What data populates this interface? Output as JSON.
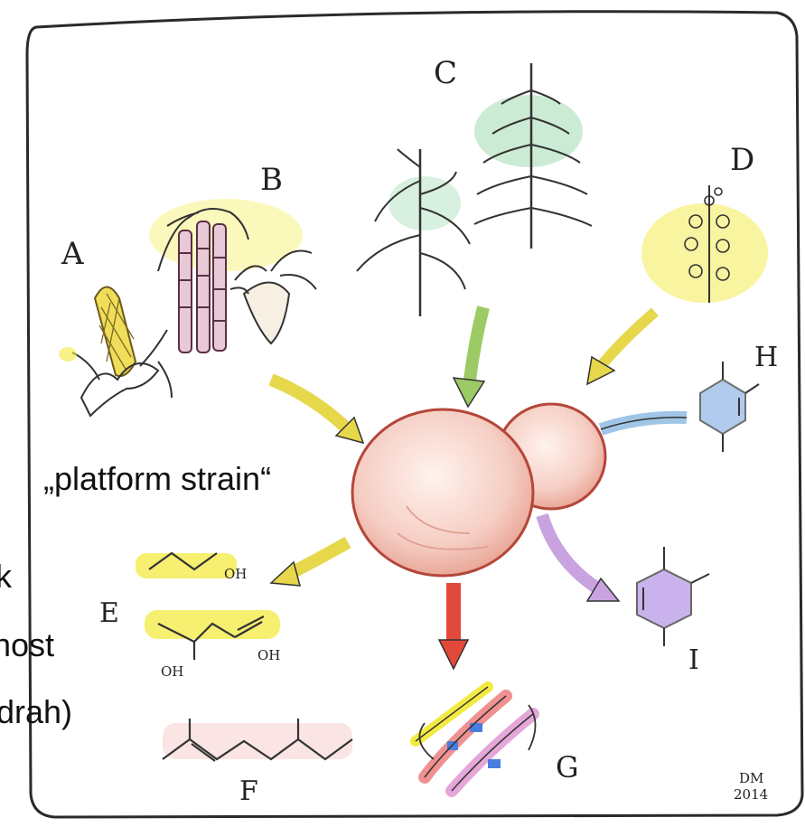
{
  "diagram": {
    "labels": {
      "A": "A",
      "B": "B",
      "C": "C",
      "D": "D",
      "E": "E",
      "F": "F",
      "G": "G",
      "H": "H",
      "I": "I"
    },
    "center_label": "„platform strain“",
    "left_edge_fragments": [
      "k",
      "nost",
      "drah)"
    ],
    "hydroxyl_1": "OH",
    "hydroxyl_2": "OH",
    "hydroxyl_3": "OH",
    "signature_line1": "DM",
    "signature_line2": "2014",
    "colors": {
      "frame": "#2a2a2a",
      "cell_fill": "#f6d3cb",
      "cell_stroke": "#b4473a",
      "arrow_yellow": "#e6d84a",
      "arrow_green": "#9ccb65",
      "arrow_blue": "#9fc6e6",
      "arrow_red": "#e2493a",
      "arrow_purple": "#c8a3e0",
      "highlight_yellow": "#f3ea3f",
      "highlight_purple": "#b99ae6",
      "highlight_blue": "#8fb6e6",
      "highlight_green": "#8fd3a2"
    }
  }
}
